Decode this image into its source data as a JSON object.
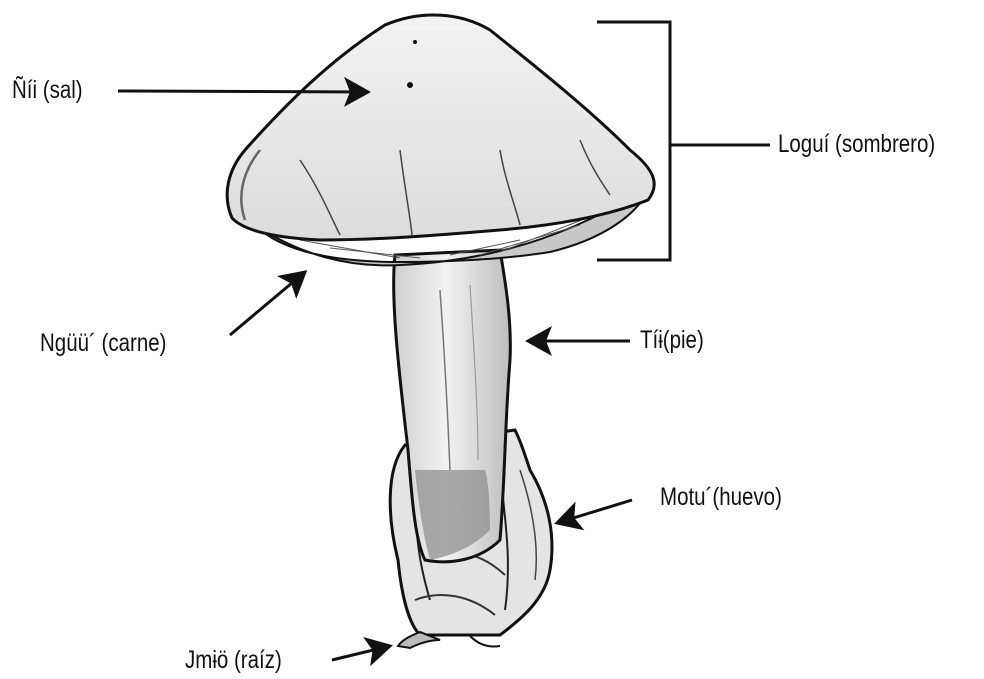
{
  "labels": {
    "cap_surface": "Ñíi (sal)",
    "cap": "Loguí (sombrero)",
    "flesh": "Ngüü´ (carne)",
    "stem": "Tíɨ(pie)",
    "volva": "Motu´(huevo)",
    "root": "Jmɨö (raíz)"
  },
  "colors": {
    "ink": "#111111",
    "shade": "#555555",
    "light_fill": "#e6e6e6",
    "background": "#ffffff"
  }
}
